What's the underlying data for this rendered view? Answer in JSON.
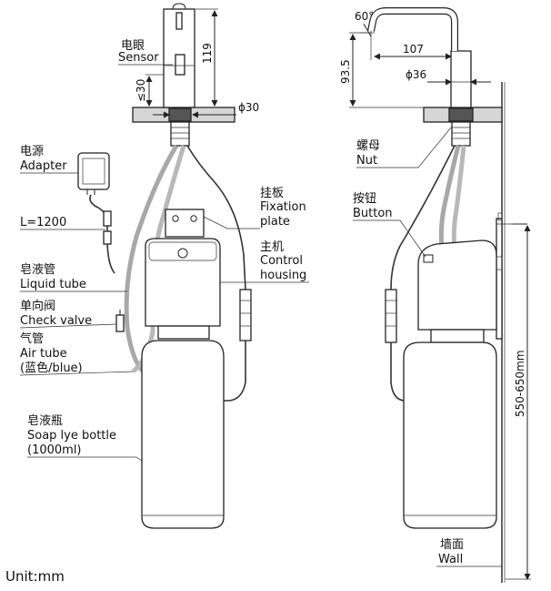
{
  "labels": {
    "sensor_cn": "电眼",
    "sensor_en": "Sensor",
    "adapter_cn": "电源",
    "adapter_en": "Adapter",
    "cable_length": "L=1200",
    "liquid_tube_cn": "皂液管",
    "liquid_tube_en": "Liquid tube",
    "check_valve_cn": "单向阀",
    "check_valve_en": "Check valve",
    "air_tube_cn": "气管",
    "air_tube_en": "Air tube",
    "air_tube_color": "(蓝色/blue)",
    "fixation_plate_cn": "挂板",
    "fixation_plate_en1": "Fixation",
    "fixation_plate_en2": "plate",
    "control_housing_cn": "主机",
    "control_housing_en1": "Control",
    "control_housing_en2": "housing",
    "soap_bottle_cn": "皂液瓶",
    "soap_bottle_en": "Soap lye bottle",
    "soap_bottle_capacity": "(1000ml)",
    "nut_cn": "螺母",
    "nut_en": "Nut",
    "button_cn": "按钮",
    "button_en": "Button",
    "wall_cn": "墙面",
    "wall_en": "Wall"
  },
  "dimensions": {
    "spout_height": "119",
    "sensor_depth": "≤30",
    "mount_hole": "ϕ30",
    "spout_angle": "60°",
    "spout_reach": "107",
    "spout_base_height": "93.5",
    "body_diameter": "ϕ36",
    "install_height": "550-650mm"
  },
  "unit": "Unit:mm",
  "colors": {
    "line": "#222222",
    "liquid_tube": "#a8a8a8",
    "air_tube": "#b8b8b8",
    "wire": "#333333",
    "countertop": "#d6d6d6",
    "bottle_fill": "#ffffff"
  }
}
